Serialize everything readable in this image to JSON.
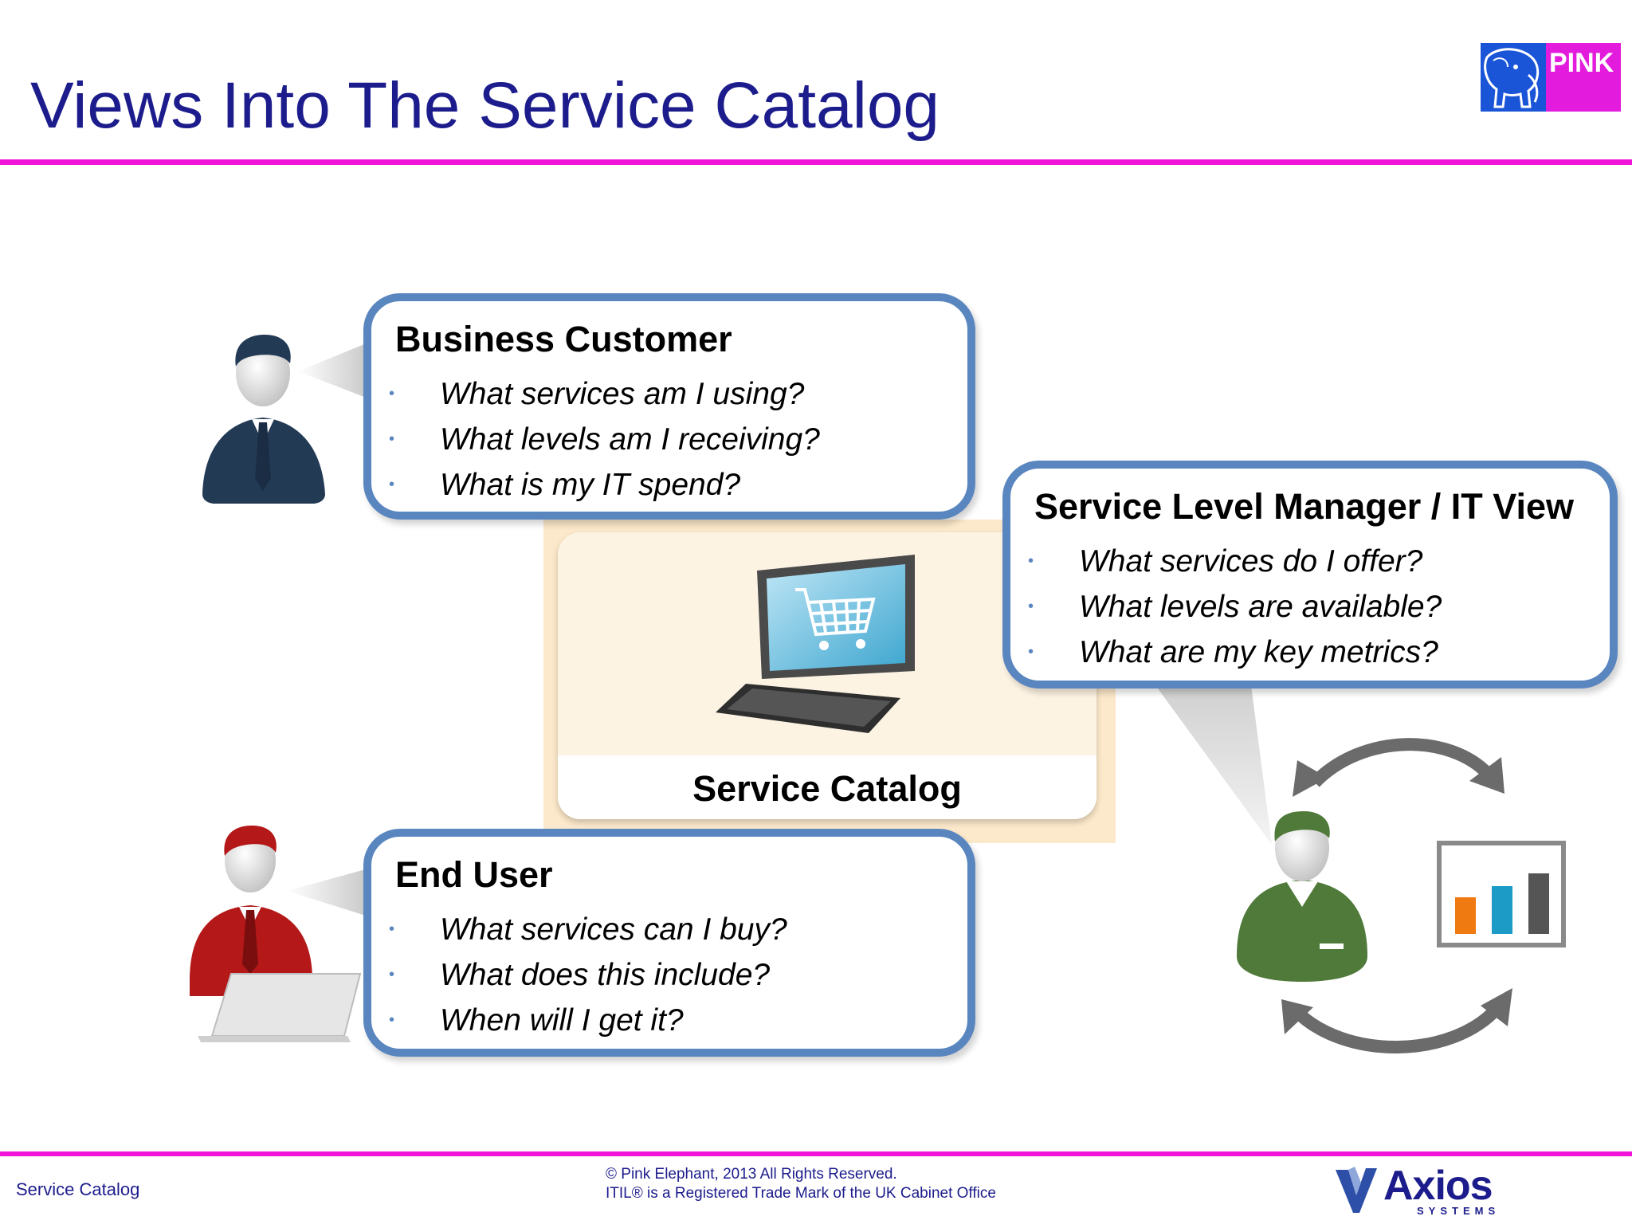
{
  "slide": {
    "title": "Views Into The Service Catalog"
  },
  "logo": {
    "text": "PINK"
  },
  "callouts": {
    "business": {
      "heading": "Business Customer",
      "items": [
        "What services am I using?",
        "What levels am I receiving?",
        "What is my IT spend?"
      ]
    },
    "end_user": {
      "heading": "End User",
      "items": [
        "What services can I buy?",
        "What does this include?",
        "When will I get it?"
      ]
    },
    "slm": {
      "heading": "Service Level Manager / IT View",
      "items": [
        "What services do I offer?",
        "What levels are available?",
        "What are my key metrics?"
      ]
    }
  },
  "catalog": {
    "label": "Service Catalog"
  },
  "footer": {
    "left": "Service Catalog",
    "copyright": "© Pink Elephant, 2013 All Rights Reserved.",
    "trademark": "ITIL® is a Registered Trade Mark of the UK Cabinet Office",
    "partner_name": "Axios",
    "partner_sub": "SYSTEMS"
  },
  "colors": {
    "title": "#1c1c8c",
    "accent_rule": "#f013d8",
    "callout_border": "#5a86c0",
    "catalog_background": "#fce8ca",
    "business_person": "#233a55",
    "end_user_person": "#b41818",
    "slm_person": "#4f7a3a"
  },
  "icons": [
    "business-customer-person-icon",
    "end-user-person-icon",
    "laptop-icon",
    "computer-cart-icon",
    "slm-person-icon",
    "cycle-arrows-icon",
    "bar-chart-icon",
    "elephant-logo-icon",
    "axios-logo-icon"
  ]
}
